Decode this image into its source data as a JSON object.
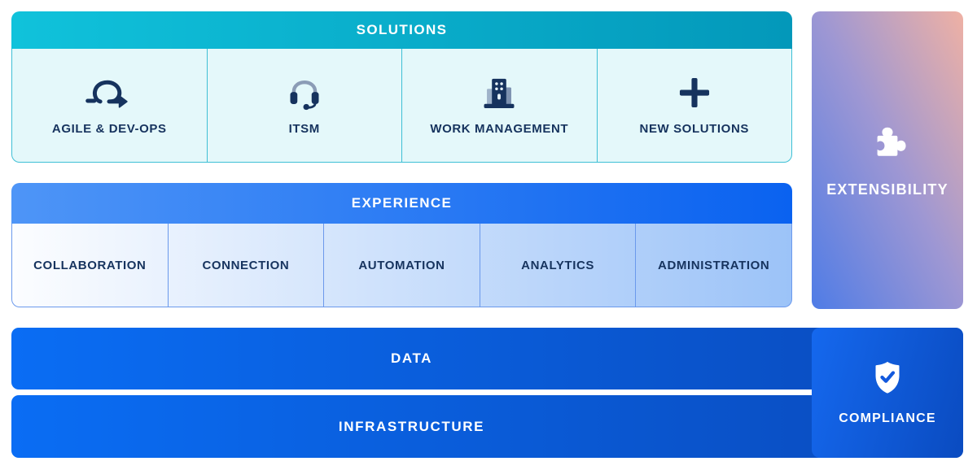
{
  "solutions": {
    "title": "SOLUTIONS",
    "items": [
      {
        "label": "AGILE & DEV-OPS",
        "icon": "sprint-loop-icon"
      },
      {
        "label": "ITSM",
        "icon": "headset-icon"
      },
      {
        "label": "WORK MANAGEMENT",
        "icon": "building-icon"
      },
      {
        "label": "NEW SOLUTIONS",
        "icon": "plus-icon"
      }
    ]
  },
  "experience": {
    "title": "EXPERIENCE",
    "items": [
      {
        "label": "COLLABORATION"
      },
      {
        "label": "CONNECTION"
      },
      {
        "label": "AUTOMATION"
      },
      {
        "label": "ANALYTICS"
      },
      {
        "label": "ADMINISTRATION"
      }
    ]
  },
  "layers": {
    "items": [
      {
        "label": "DATA"
      },
      {
        "label": "INFRASTRUCTURE"
      }
    ]
  },
  "extensibility": {
    "label": "EXTENSIBILITY",
    "icon": "puzzle-piece-icon"
  },
  "compliance": {
    "label": "COMPLIANCE",
    "icon": "shield-check-icon"
  },
  "colors": {
    "teal_start": "#10c2db",
    "teal_end": "#0398ba",
    "solutions_cell_bg": "#e4f8fa",
    "solutions_border": "#3ebfd5",
    "exp_start": "#4e95f7",
    "exp_end": "#0a62f0",
    "exp_cell_start": "#fcfdff",
    "exp_cell_end": "#9cc3f8",
    "exp_border": "#6b99ec",
    "bar_start": "#0a6df4",
    "bar_end": "#0a4abc",
    "compliance_start": "#1568ee",
    "compliance_end": "#0a4bc0",
    "ext_blue": "#4f7ce6",
    "ext_purple": "#9e97d3",
    "ext_pink": "#efb1a4",
    "navy": "#16335e"
  }
}
